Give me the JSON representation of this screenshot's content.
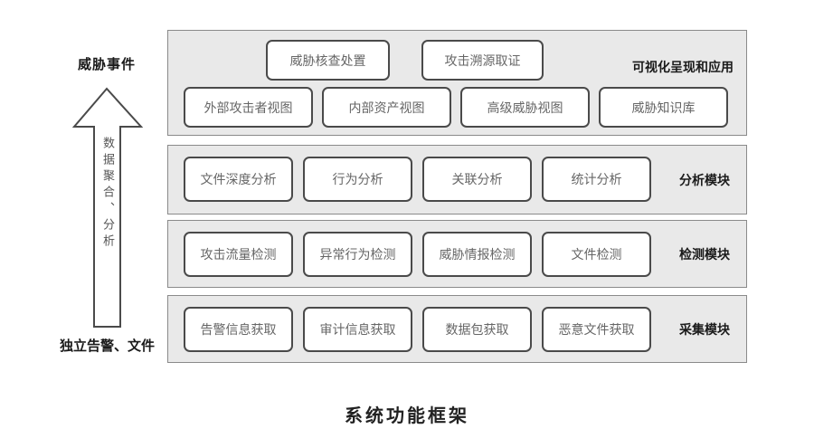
{
  "diagram_title": "系统功能框架",
  "left_axis": {
    "top_label": "威胁事件",
    "arrow_text": "数据聚合、分析",
    "bottom_label": "独立告警、文件"
  },
  "layers": [
    {
      "label": "可视化呈现和应用",
      "rows": [
        [
          "威胁核查处置",
          "攻击溯源取证"
        ],
        [
          "外部攻击者视图",
          "内部资产视图",
          "高级威胁视图",
          "威胁知识库"
        ]
      ]
    },
    {
      "label": "分析模块",
      "rows": [
        [
          "文件深度分析",
          "行为分析",
          "关联分析",
          "统计分析"
        ]
      ]
    },
    {
      "label": "检测模块",
      "rows": [
        [
          "攻击流量检测",
          "异常行为检测",
          "威胁情报检测",
          "文件检测"
        ]
      ]
    },
    {
      "label": "采集模块",
      "rows": [
        [
          "告警信息获取",
          "审计信息获取",
          "数据包获取",
          "恶意文件获取"
        ]
      ]
    }
  ],
  "colors": {
    "band_fill": "#e9e9e9",
    "band_border": "#8a8a8a",
    "node_fill": "#ffffff",
    "node_border": "#4a4a4a",
    "node_text": "#666666",
    "label_text": "#1a1a1a"
  }
}
